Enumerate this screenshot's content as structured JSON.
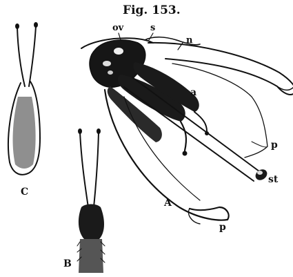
{
  "figure": {
    "title": "Fig. 153.",
    "labels": {
      "ov": "ov",
      "s": "s",
      "n": "n",
      "a": "a",
      "p_upper": "p",
      "p_lower": "p",
      "st": "st",
      "A": "A",
      "B": "B",
      "C": "C"
    }
  }
}
